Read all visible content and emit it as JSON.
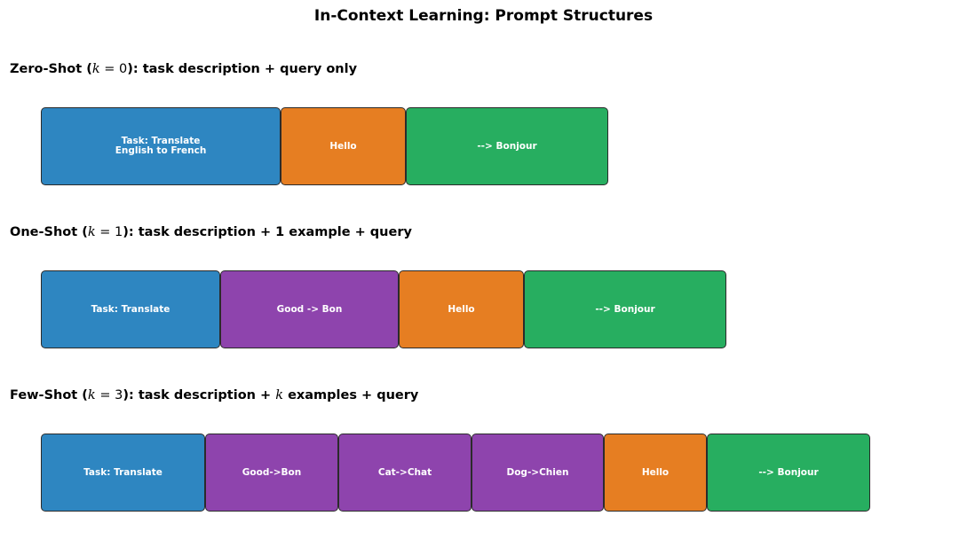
{
  "title": "In-Context Learning: Prompt Structures",
  "colors": {
    "task": "#2e86c1",
    "example": "#8e44ad",
    "query": "#e67e22",
    "answer": "#27ae60",
    "border": "#2b2b2b"
  },
  "rows": [
    {
      "name": "Zero-Shot",
      "k": "0",
      "suffix": "task description + query only",
      "blocks": [
        {
          "type": "task",
          "text": "Task: Translate\nEnglish to French"
        },
        {
          "type": "query",
          "text": "Hello"
        },
        {
          "type": "answer",
          "text": "-->  Bonjour"
        }
      ]
    },
    {
      "name": "One-Shot",
      "k": "1",
      "suffix": "task description + 1 example + query",
      "blocks": [
        {
          "type": "task",
          "text": "Task: Translate"
        },
        {
          "type": "example",
          "text": "Good -> Bon"
        },
        {
          "type": "query",
          "text": "Hello"
        },
        {
          "type": "answer",
          "text": "-->  Bonjour"
        }
      ]
    },
    {
      "name": "Few-Shot",
      "k": "3",
      "suffix_pre": "task description + ",
      "suffix_var": "k",
      "suffix_post": " examples + query",
      "blocks": [
        {
          "type": "task",
          "text": "Task: Translate"
        },
        {
          "type": "example",
          "text": "Good->Bon"
        },
        {
          "type": "example",
          "text": "Cat->Chat"
        },
        {
          "type": "example",
          "text": "Dog->Chien"
        },
        {
          "type": "query",
          "text": "Hello"
        },
        {
          "type": "answer",
          "text": "--> Bonjour"
        }
      ]
    }
  ]
}
